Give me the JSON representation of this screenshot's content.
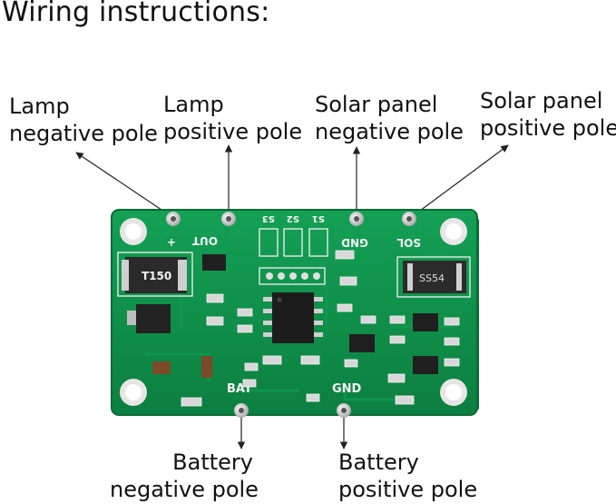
{
  "title": "Wiring instructions:",
  "labels": {
    "lamp_negative": [
      "Lamp",
      "negative pole"
    ],
    "lamp_positive": [
      "Lamp",
      "positive pole"
    ],
    "solar_negative": [
      "Solar panel",
      "negative pole"
    ],
    "solar_positive": [
      "Solar panel",
      "positive pole"
    ],
    "battery_negative": [
      "Battery",
      "negative pole"
    ],
    "battery_positive": [
      "Battery",
      "positive pole"
    ]
  },
  "board_text": {
    "ic_t150": "T150",
    "ic_ss54": "SS54",
    "out": "OUT",
    "plus": "+",
    "gnd_top": "GND",
    "sol": "SOL",
    "bat": "BAT",
    "gnd_bottom": "GND",
    "s1": "S1",
    "s2": "S2",
    "s3": "S3"
  },
  "colors": {
    "pcb": "#0f8a48",
    "pcb_dark": "#0b6e39",
    "pad": "#d9d9d9",
    "arrow": "#222222"
  }
}
